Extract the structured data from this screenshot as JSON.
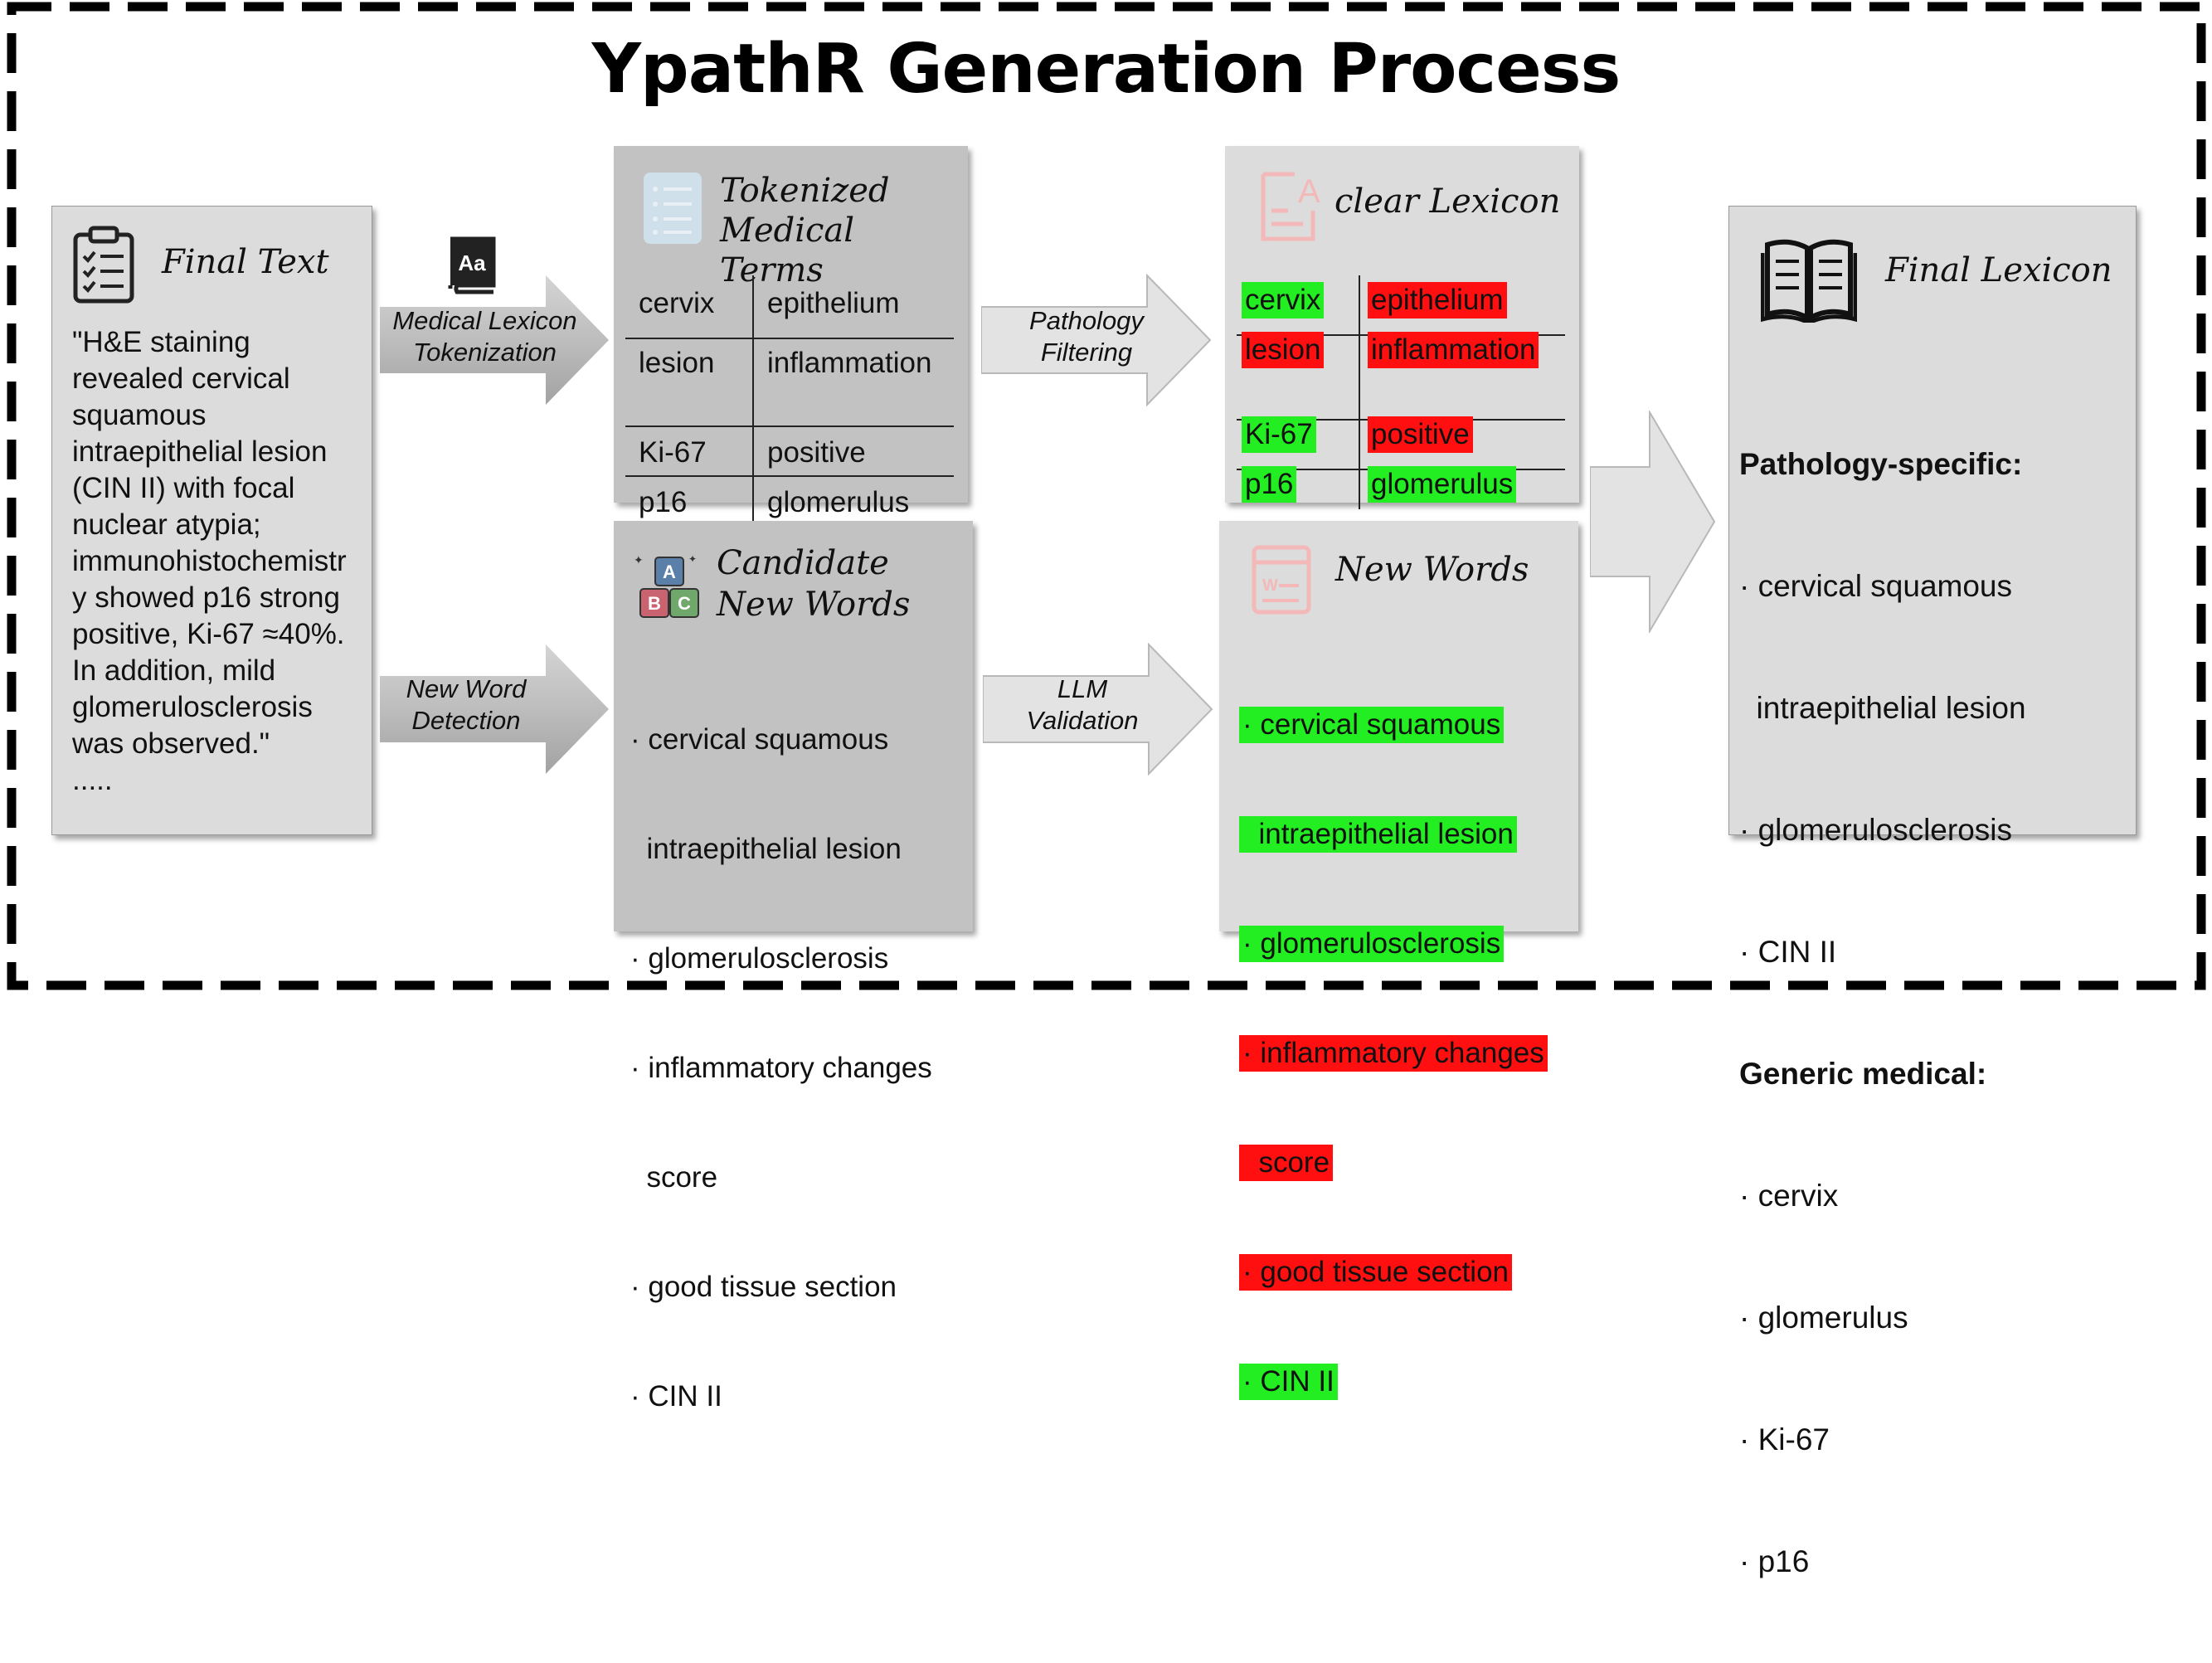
{
  "title": "YpathR Generation Process",
  "final_text": {
    "heading": "Final Text",
    "lines": [
      "\"H&E staining",
      "revealed cervical",
      "squamous",
      "intraepithelial lesion",
      "(CIN II) with focal",
      "nuclear atypia;",
      "immunohistochemistr",
      "y showed p16 strong",
      "positive, Ki-67 ≈40%.",
      "In addition, mild",
      "glomerulosclerosis",
      "was observed.\"",
      "....."
    ]
  },
  "arrows": {
    "tokenization": [
      "Medical Lexicon",
      "Tokenization"
    ],
    "new_word_detection": [
      "New Word",
      "Detection"
    ],
    "pathology_filtering": [
      "Pathology",
      "Filtering"
    ],
    "llm_validation": [
      "LLM",
      "Validation"
    ]
  },
  "tokenized": {
    "heading": [
      "Tokenized",
      "Medical Terms"
    ],
    "rows": [
      [
        "cervix",
        "epithelium"
      ],
      [
        "lesion",
        "inflammation"
      ],
      [
        "Ki-67",
        "positive"
      ],
      [
        "p16",
        "glomerulus"
      ]
    ]
  },
  "candidates": {
    "heading": [
      "Candidate",
      "New Words"
    ],
    "items": [
      "· cervical squamous",
      "  intraepithelial lesion",
      "· glomerulosclerosis",
      "· inflammatory changes",
      "  score",
      "· good tissue section",
      "· CIN II"
    ]
  },
  "clear_lexicon": {
    "heading": "clear Lexicon",
    "rows": [
      [
        {
          "text": "cervix",
          "status": "keep"
        },
        {
          "text": "epithelium",
          "status": "reject"
        }
      ],
      [
        {
          "text": "lesion",
          "status": "reject"
        },
        {
          "text": "inflammation",
          "status": "reject"
        }
      ],
      [
        {
          "text": "Ki-67",
          "status": "keep"
        },
        {
          "text": "positive",
          "status": "reject"
        }
      ],
      [
        {
          "text": "p16",
          "status": "keep"
        },
        {
          "text": "glomerulus",
          "status": "keep"
        }
      ]
    ]
  },
  "new_words": {
    "heading": "New Words",
    "items": [
      {
        "text": "· cervical squamous",
        "status": "keep"
      },
      {
        "text": "  intraepithelial lesion",
        "status": "keep"
      },
      {
        "text": "· glomerulosclerosis",
        "status": "keep"
      },
      {
        "text": "· inflammatory changes",
        "status": "reject"
      },
      {
        "text": "  score",
        "status": "reject"
      },
      {
        "text": "· good tissue section",
        "status": "reject"
      },
      {
        "text": "· CIN II",
        "status": "keep"
      }
    ]
  },
  "final_lexicon": {
    "heading": "Final Lexicon",
    "pathology_header": "Pathology-specific:",
    "pathology_items": [
      "· cervical squamous",
      "  intraepithelial lesion",
      "· glomerulosclerosis",
      "· CIN II"
    ],
    "generic_header": "Generic medical:",
    "generic_items": [
      "· cervix",
      "· glomerulus",
      "· Ki-67",
      "· p16"
    ]
  },
  "colors": {
    "keep": "#22ee22",
    "reject": "#ff0f0f",
    "box_light": "#dcdcdc",
    "box_dark": "#c2c2c2"
  },
  "icons": [
    "clipboard-checklist-icon",
    "dictionary-book-icon",
    "list-document-icon",
    "abc-blocks-icon",
    "text-document-icon",
    "word-document-icon",
    "open-book-icon"
  ]
}
